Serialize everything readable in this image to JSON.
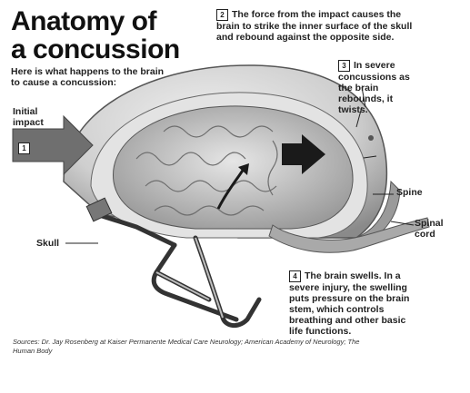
{
  "title_line1": "Anatomy of",
  "title_line2": "a concussion",
  "intro": "Here is what happens to the brain to cause a concussion:",
  "steps": [
    {
      "number": "1",
      "text": ""
    },
    {
      "number": "2",
      "text": "The force from the impact causes the brain to strike the inner surface of the skull and rebound against the opposite side."
    },
    {
      "number": "3",
      "text": "In severe concussions as the brain rebounds, it twists."
    },
    {
      "number": "4",
      "text": "The brain swells. In a severe injury, the swelling puts pressure on the brain stem, which controls breathing and other basic life functions."
    }
  ],
  "labels": {
    "initial_impact": "Initial impact",
    "skull": "Skull",
    "spine": "Spine",
    "spinal_cord": "Spinal cord"
  },
  "sources": "Sources: Dr. Jay Rosenberg at Kaiser Permanente Medical Care Neurology; American Academy of Neurology; The Human Body",
  "credit": "",
  "colors": {
    "arrow_gray": "#6f6f6f",
    "arrow_dark": "#1a1a1a",
    "helmet": "#d2d2d2",
    "brain": "#bdbdbd"
  },
  "icons": [
    "impact-arrow",
    "rebound-arrow",
    "twist-arrow",
    "face-mask-icon"
  ]
}
